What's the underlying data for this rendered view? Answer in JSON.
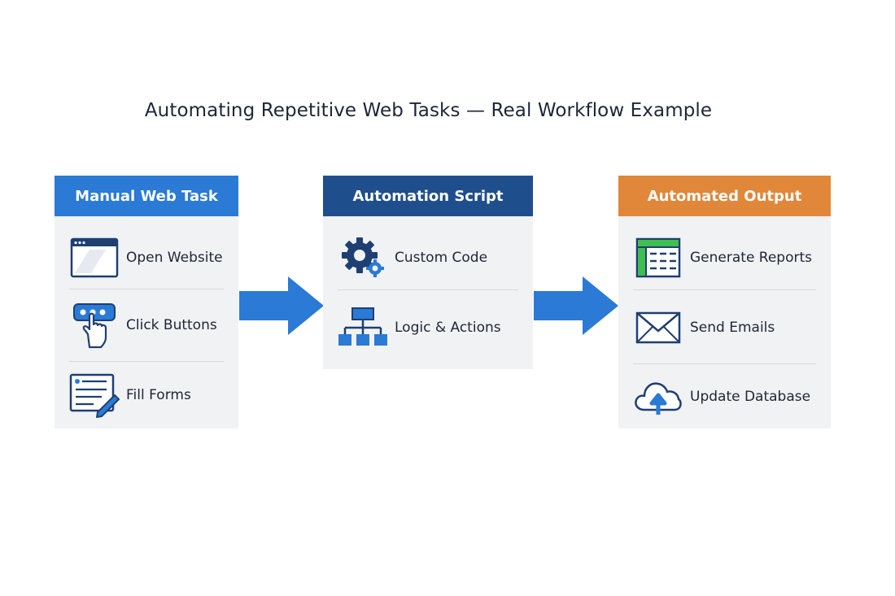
{
  "title": "Automating Repetitive Web Tasks — Real Workflow Example",
  "colors": {
    "manual_header": "#2a7ad6",
    "script_header": "#1f4e8d",
    "output_header": "#e0873a",
    "arrow": "#2a7ad6",
    "panel_bg": "#f1f2f4"
  },
  "panels": [
    {
      "title": "Manual Web Task",
      "items": [
        {
          "label": "Open Website",
          "icon": "browser-window-icon"
        },
        {
          "label": "Click Buttons",
          "icon": "hand-pointer-icon"
        },
        {
          "label": "Fill Forms",
          "icon": "form-pencil-icon"
        }
      ]
    },
    {
      "title": "Automation Script",
      "items": [
        {
          "label": "Custom Code",
          "icon": "gears-icon"
        },
        {
          "label": "Logic & Actions",
          "icon": "flowchart-icon"
        }
      ]
    },
    {
      "title": "Automated Output",
      "items": [
        {
          "label": "Generate Reports",
          "icon": "spreadsheet-icon"
        },
        {
          "label": "Send Emails",
          "icon": "envelope-icon"
        },
        {
          "label": "Update Database",
          "icon": "cloud-upload-icon"
        }
      ]
    }
  ]
}
